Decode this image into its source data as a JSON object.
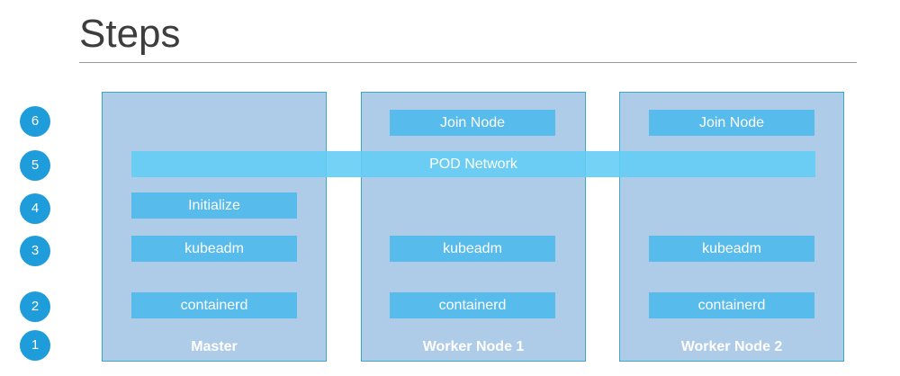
{
  "title": "Steps",
  "steps": [
    "1",
    "2",
    "3",
    "4",
    "5",
    "6"
  ],
  "nodes": [
    {
      "label": "Master",
      "join": "",
      "init": "Initialize",
      "kubeadm": "kubeadm",
      "runtime": "containerd"
    },
    {
      "label": "Worker Node 1",
      "join": "Join Node",
      "init": "",
      "kubeadm": "kubeadm",
      "runtime": "containerd"
    },
    {
      "label": "Worker Node 2",
      "join": "Join Node",
      "init": "",
      "kubeadm": "kubeadm",
      "runtime": "containerd"
    }
  ],
  "pod_network": "POD Network",
  "colors": {
    "node_fill": "#aecce8",
    "bar_fill": "#57bbeb",
    "step_circle": "#1f9ddb"
  }
}
